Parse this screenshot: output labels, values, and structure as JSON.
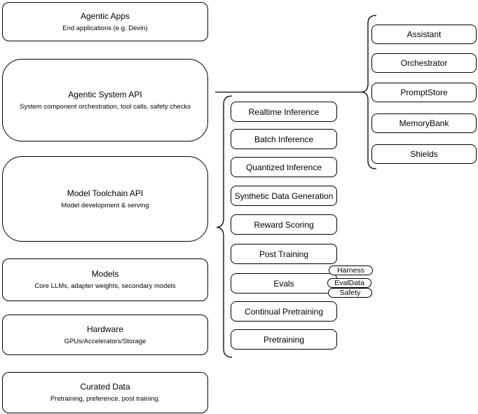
{
  "diagram": {
    "title": "Agentic system stack diagram",
    "left_stack": [
      {
        "title": "Agentic Apps",
        "subtitle": "End applications (e.g. Devin)"
      },
      {
        "title": "Agentic System API",
        "subtitle": "System component orchestration, tool calls, safety checks"
      },
      {
        "title": "Model Toolchain API",
        "subtitle": "Model development & serving"
      },
      {
        "title": "Models",
        "subtitle": "Core LLMs, adapter weights, secondary models"
      },
      {
        "title": "Hardware",
        "subtitle": "GPUs/Accelerators/Storage"
      },
      {
        "title": "Curated Data",
        "subtitle": "Pretraining, preference, post training."
      }
    ],
    "toolchain_items": [
      "Realtime Inference",
      "Batch Inference",
      "Quantized Inference",
      "Synthetic Data Generation",
      "Reward Scoring",
      "Post Training",
      "Evals",
      "Continual Pretraining",
      "Pretraining"
    ],
    "eval_tags": [
      "Harness",
      "EvalData",
      "Safety"
    ],
    "system_components": [
      "Assistant",
      "Orchestrator",
      "PromptStore",
      "MemoryBank",
      "Shields"
    ],
    "colors": {
      "border": "#000000",
      "background": "#ffffff",
      "text": "#000000"
    }
  }
}
